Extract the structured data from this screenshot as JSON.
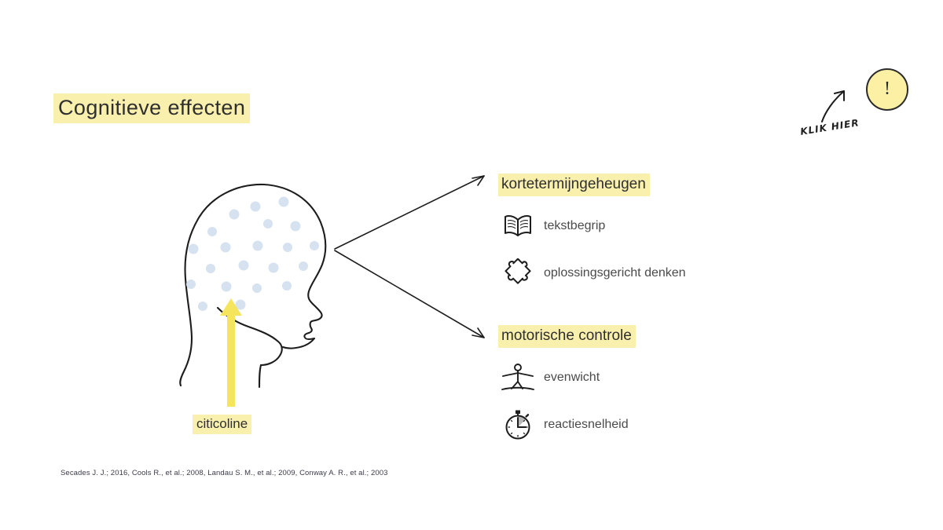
{
  "slide": {
    "title": "Cognitieve effecten",
    "citation": "Secades J. J.; 2016, Cools R., et al.; 2008, Landau S. M., et al.; 2009, Conway A. R., et al.; 2003"
  },
  "diagram": {
    "source_label": "citicoline",
    "head_icon_name": "head-profile-with-dots",
    "groups": [
      {
        "heading": "kortetermijngeheugen",
        "items": [
          {
            "icon": "open-book-icon",
            "label": "tekstbegrip"
          },
          {
            "icon": "puzzle-piece-icon",
            "label": "oplossingsgericht denken"
          }
        ]
      },
      {
        "heading": "motorische controle",
        "items": [
          {
            "icon": "tightrope-balance-icon",
            "label": "evenwicht"
          },
          {
            "icon": "stopwatch-icon",
            "label": "reactiesnelheid"
          }
        ]
      }
    ]
  },
  "callout": {
    "text": "KLIK HIER",
    "button_glyph": "!",
    "arrow_icon": "curved-arrow-up-right-icon"
  },
  "colors": {
    "highlight_yellow": "#FAF0AE",
    "arrow_yellow": "#F5E55C",
    "button_yellow": "#FBF0A3",
    "dot_blue": "#D6E2EF",
    "ink": "#2b2b2b",
    "text": "#3a3a3a",
    "background": "#ffffff"
  }
}
